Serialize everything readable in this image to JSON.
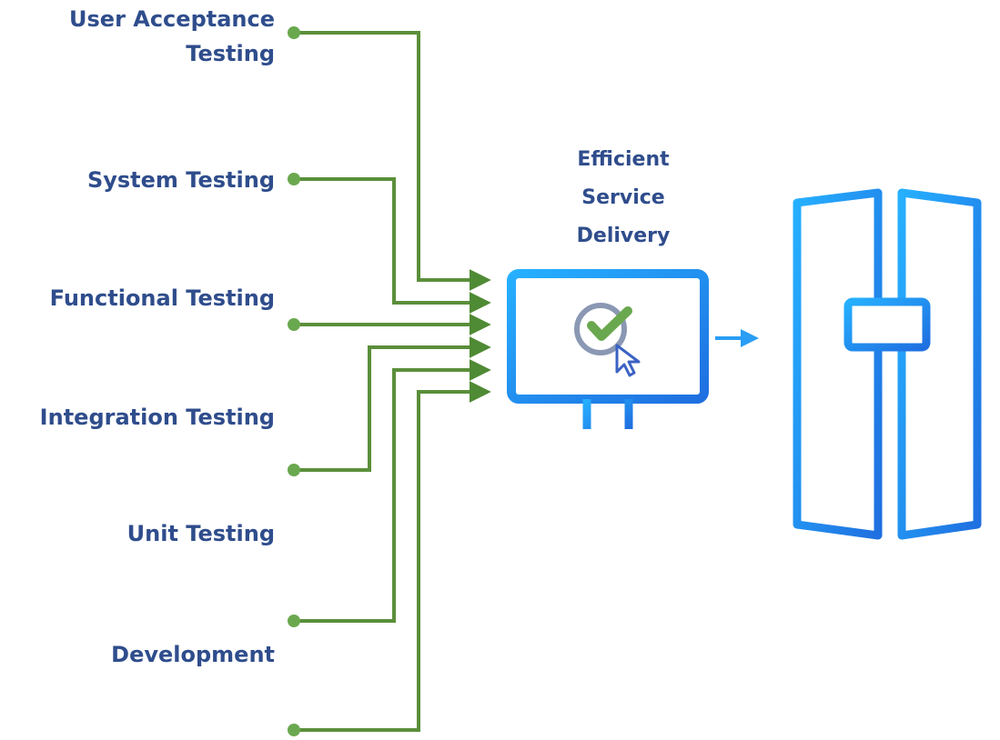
{
  "stages": [
    {
      "line1": "User Acceptance",
      "line2": "Testing"
    },
    {
      "line1": "System Testing"
    },
    {
      "line1": "Functional Testing"
    },
    {
      "line1": "Integration Testing"
    },
    {
      "line1": "Unit Testing"
    },
    {
      "line1": "Development"
    }
  ],
  "output": {
    "line1": "Efficient",
    "line2": "Service",
    "line3": "Delivery"
  },
  "colors": {
    "label_text": "#2f4d8c",
    "connector_green": "#5a8f3a",
    "connector_dot": "#6aa84f",
    "monitor_blue": "#1e90ff",
    "check_green": "#6aa84f",
    "ring_gray": "#8a98b3"
  },
  "icons": [
    "monitor-icon",
    "checkmark-icon",
    "cursor-icon",
    "server-rack-icon",
    "arrow-right-icon"
  ]
}
